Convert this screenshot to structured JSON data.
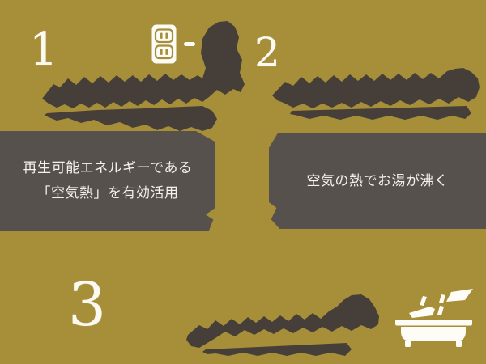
{
  "palette": {
    "background": "#a78f39",
    "panel": "#57514e",
    "ink": "#463f39",
    "light": "#fbf9f2"
  },
  "steps": [
    {
      "number": "1",
      "caption_lines": [
        "再生可能エネルギーである",
        "「空気熱」を有効活用"
      ],
      "icons": [
        "power-outlet-icon",
        "cord-dash",
        "illegible-headline-blob"
      ]
    },
    {
      "number": "2",
      "caption_lines": [
        "空気の熱でお湯が沸く"
      ],
      "icons": [
        "illegible-headline-blob"
      ]
    },
    {
      "number": "3",
      "caption_lines": [],
      "icons": [
        "bathtub-steam-icon",
        "illegible-headline-blob"
      ]
    }
  ]
}
